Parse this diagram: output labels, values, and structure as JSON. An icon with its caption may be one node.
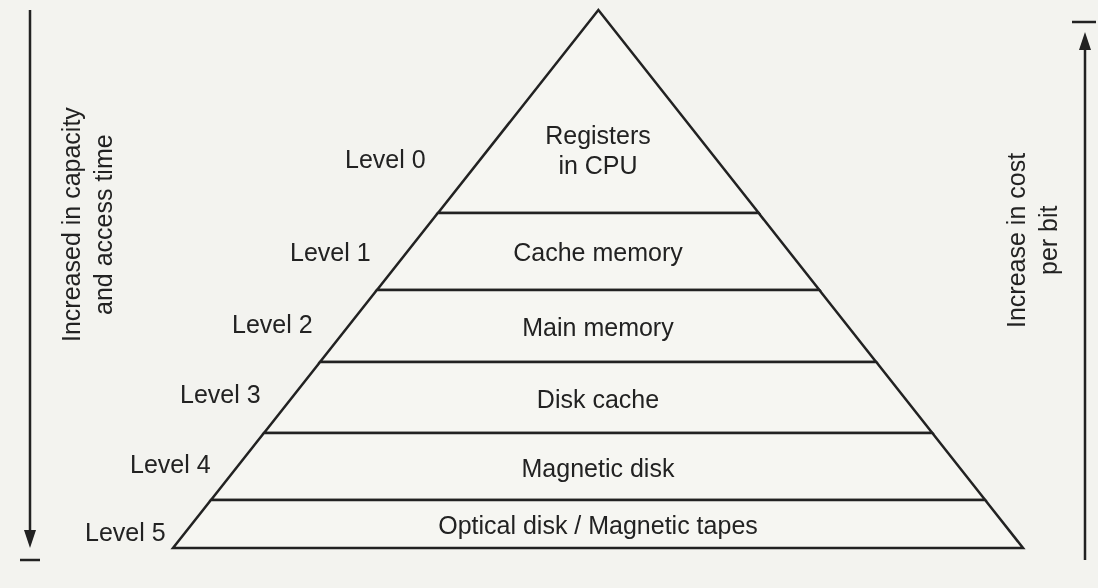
{
  "diagram": {
    "nodes": [
      {
        "text": [
          "Registers in CPU"
        ],
        "beside": [
          "Level 0"
        ]
      },
      {
        "text": [
          "Cache memory"
        ],
        "beside": [
          "Level 1"
        ]
      },
      {
        "text": [
          "Main memory"
        ],
        "beside": [
          "Level 2"
        ]
      },
      {
        "text": [
          "Disk cache"
        ],
        "beside": [
          "Level 3"
        ]
      },
      {
        "text": [
          "Magnetic disk"
        ],
        "beside": [
          "Level 4"
        ]
      },
      {
        "text": [
          "Optical disk / Magnetic tapes"
        ],
        "beside": [
          "Level 5"
        ]
      }
    ],
    "edges": [],
    "labels": [
      "Increased in capacity and access time",
      "Increase in cost per bit"
    ]
  }
}
